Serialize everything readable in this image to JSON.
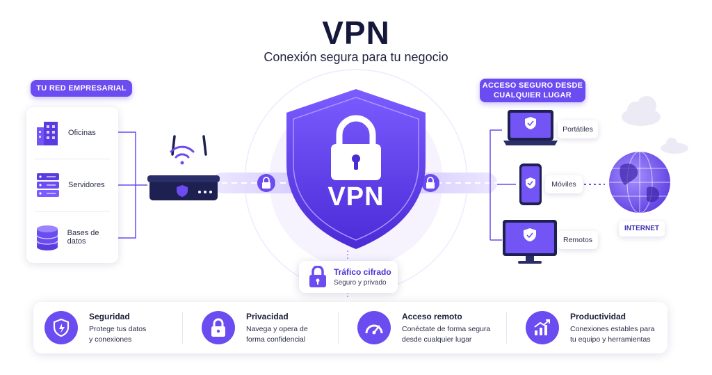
{
  "header": {
    "title": "VPN",
    "subtitle": "Conexión segura para tu negocio"
  },
  "left": {
    "label": "TU RED EMPRESARIAL",
    "items": [
      {
        "label": "Oficinas",
        "icon": "building-icon"
      },
      {
        "label": "Servidores",
        "icon": "server-icon"
      },
      {
        "label": "Bases de datos",
        "icon": "database-icon"
      }
    ]
  },
  "center": {
    "shield_text": "VPN",
    "traffic_title": "Tráfico cifrado",
    "traffic_subtitle": "Seguro y privado"
  },
  "right": {
    "label_line1": "ACCESO SEGURO DESDE",
    "label_line2": "CUALQUIER LUGAR",
    "devices": [
      {
        "label": "Portátiles",
        "icon": "laptop-icon"
      },
      {
        "label": "Móviles",
        "icon": "phone-icon"
      },
      {
        "label": "Remotos",
        "icon": "monitor-icon"
      }
    ],
    "internet_label": "INTERNET"
  },
  "features": [
    {
      "title": "Seguridad",
      "line1": "Protege tus datos",
      "line2": "y conexiones",
      "icon": "shield-icon"
    },
    {
      "title": "Privacidad",
      "line1": "Navega y opera de",
      "line2": "forma confidencial",
      "icon": "lock-icon"
    },
    {
      "title": "Acceso remoto",
      "line1": "Conéctate de forma segura",
      "line2": "desde cualquier lugar",
      "icon": "speedometer-icon"
    },
    {
      "title": "Productividad",
      "line1": "Conexiones estables para",
      "line2": "tu equipo y herramientas",
      "icon": "growth-chart-icon"
    }
  ],
  "colors": {
    "accent": "#6a4cf0",
    "accent_dark": "#4b2fd0",
    "text": "#1c1f3a"
  }
}
